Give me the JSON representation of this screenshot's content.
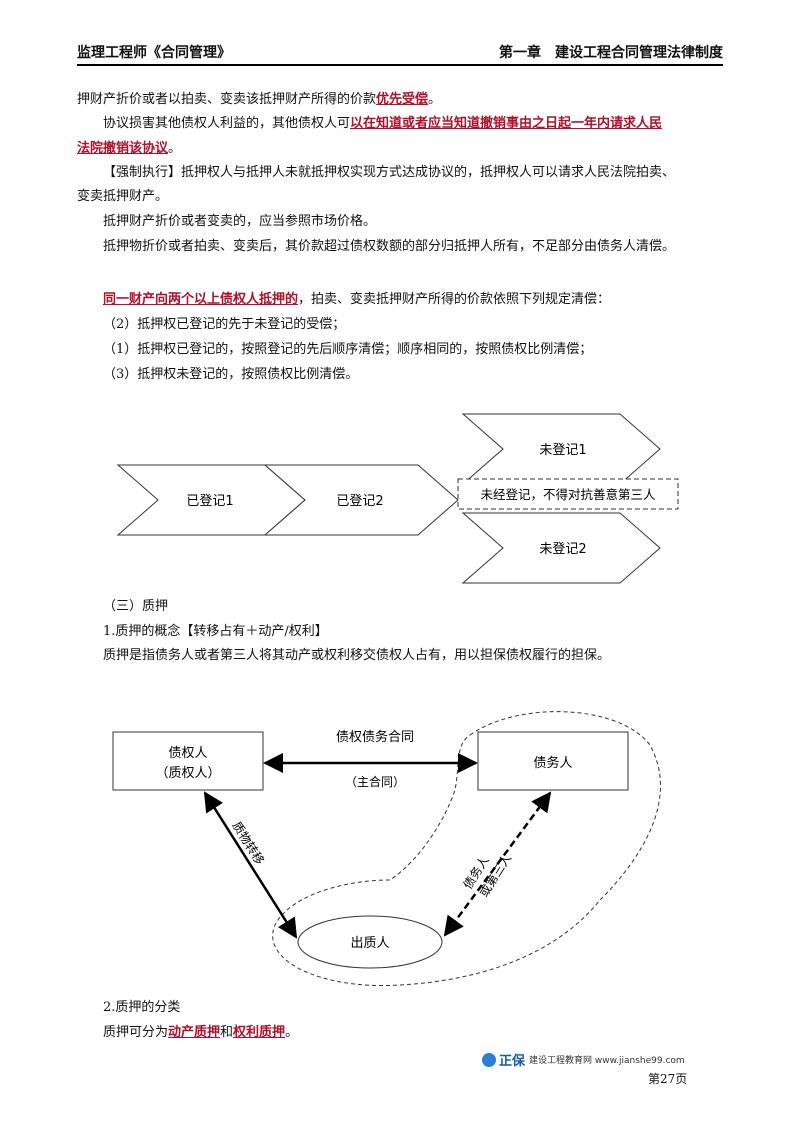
{
  "header": {
    "left": "监理工程师《合同管理》",
    "right": "第一章　建设工程合同管理法律制度"
  },
  "body": {
    "p1_a": "押财产折价或者以拍卖、变卖该抵押财产所得的价款",
    "p1_hl": "优先受偿",
    "p1_b": "。",
    "p2_a": "协议损害其他债权人利益的，其他债权人可",
    "p2_hl1": "以在知道或者应当知道撤销事由之日起一年内请求人民",
    "p2_hl2": "法院撤销该协议",
    "p2_b": "。",
    "p3_a": "【强制执行】抵押权人与抵押人未就抵押权实现方式达成协议的，抵押权人可以请求人民法院拍卖、",
    "p3_b": "变卖抵押财产。",
    "p4": "抵押财产折价或者变卖的，应当参照市场价格。",
    "p5": "抵押物折价或者拍卖、变卖后，其价款超过债权数额的部分归抵押人所有，不足部分由债务人清偿。",
    "p6_hl": "同一财产向两个以上债权人抵押的",
    "p6_b": "，拍卖、变卖抵押财产所得的价款依照下列规定清偿：",
    "l1": "（2）抵押权已登记的先于未登记的受偿；",
    "l2": "（1）抵押权已登记的，按照登记的先后顺序清偿；顺序相同的，按照债权比例清偿；",
    "l3": "（3）抵押权未登记的，按照债权比例清偿。",
    "s3": "（三）质押",
    "s3_1": "1.质押的概念【转移占有＋动产/权利】",
    "s3_1_text": "质押是指债务人或者第三人将其动产或权利移交债权人占有，用以担保债权履行的担保。",
    "s3_2": "2.质押的分类",
    "s3_2_a": "质押可分为",
    "s3_2_hl1": "动产质押",
    "s3_2_mid": "和",
    "s3_2_hl2": "权利质押",
    "s3_2_b": "。"
  },
  "diagram1": {
    "arrow1": "已登记1",
    "arrow2": "已登记2",
    "top": "未登记1",
    "middle": "未经登记，不得对抗善意第三人",
    "bottom": "未登记2"
  },
  "diagram2": {
    "creditor_line1": "债权人",
    "creditor_line2": "（质权人）",
    "debtor": "债务人",
    "pledgor": "出质人",
    "contract_line1": "债权债务合同",
    "contract_line2": "（主合同）",
    "transfer": "质物转移",
    "debtor_or_third_1": "债务人",
    "debtor_or_third_2": "或第三人"
  },
  "footer": {
    "brand": "正保",
    "site": "建设工程教育网 www.jianshe99.com",
    "page": "第27页"
  }
}
